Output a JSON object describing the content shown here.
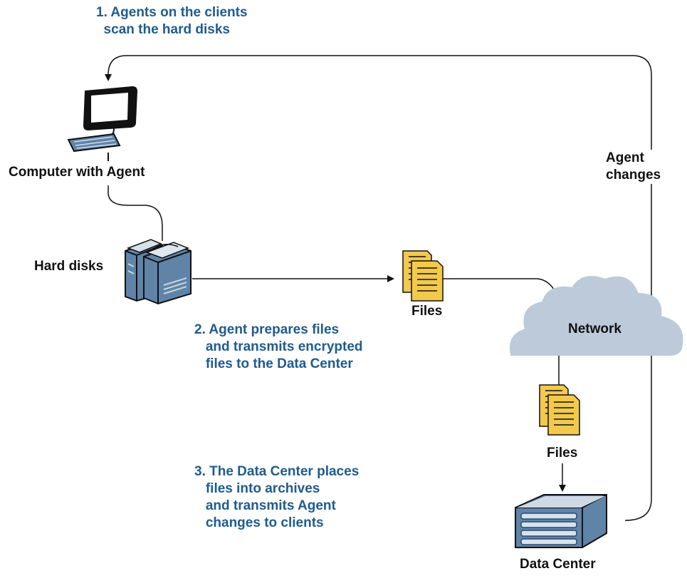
{
  "steps": {
    "step1": {
      "line1": "1. Agents on the clients",
      "line2": "  scan the hard disks"
    },
    "step2": {
      "line1": "2. Agent prepares files",
      "line2": "   and transmits encrypted",
      "line3": "   files to the Data Center"
    },
    "step3": {
      "line1": "3. The Data Center places",
      "line2": "   files into archives",
      "line3": "   and transmits Agent",
      "line4": "   changes to clients"
    }
  },
  "labels": {
    "computer": "Computer with Agent",
    "hard_disks": "Hard disks",
    "files_top": "Files",
    "files_bottom": "Files",
    "network": "Network",
    "data_center": "Data Center",
    "agent_changes": {
      "line1": "Agent",
      "line2": "changes"
    }
  },
  "colors": {
    "step_text": "#1f5b8e",
    "cloud": "#bccad9",
    "device_blue": "#5f84a8",
    "file_yellow": "#f2c94c"
  }
}
